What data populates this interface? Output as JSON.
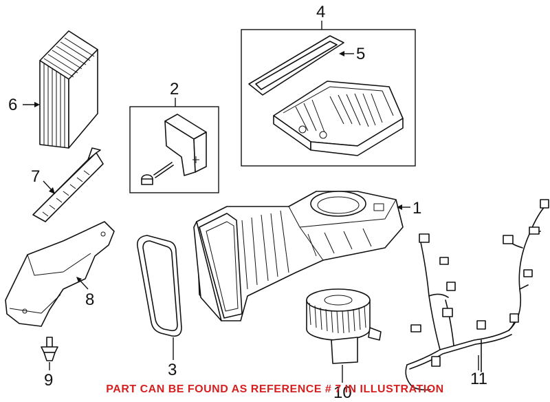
{
  "callouts": {
    "c1": "1",
    "c2": "2",
    "c3": "3",
    "c4": "4",
    "c5": "5",
    "c6": "6",
    "c7": "7",
    "c8": "8",
    "c9": "9",
    "c10": "10",
    "c11": "11"
  },
  "banner": {
    "text": "PART CAN BE FOUND AS REFERENCE # 7 IN ILLUSTRATION",
    "color": "#d62020"
  }
}
